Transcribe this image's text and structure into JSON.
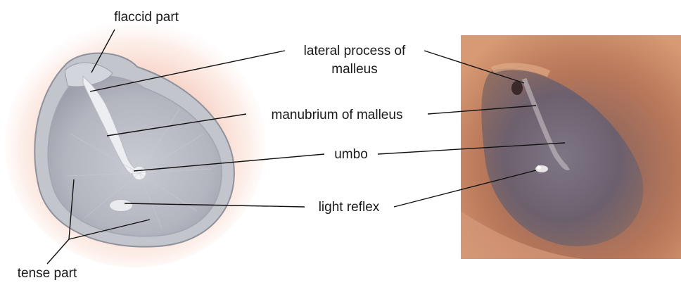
{
  "labels": {
    "flaccid_part": "flaccid part",
    "lateral_process_line1": "lateral process of",
    "lateral_process_line2": "malleus",
    "manubrium": "manubrium of malleus",
    "umbo": "umbo",
    "light_reflex": "light reflex",
    "tense_part": "tense part"
  },
  "colors": {
    "text": "#1a1a1a",
    "leader_lines": "#111111",
    "membrane": "#b7b9c2",
    "glow": "#f3c7b8",
    "otoscope_bg": "#c47a5a"
  }
}
